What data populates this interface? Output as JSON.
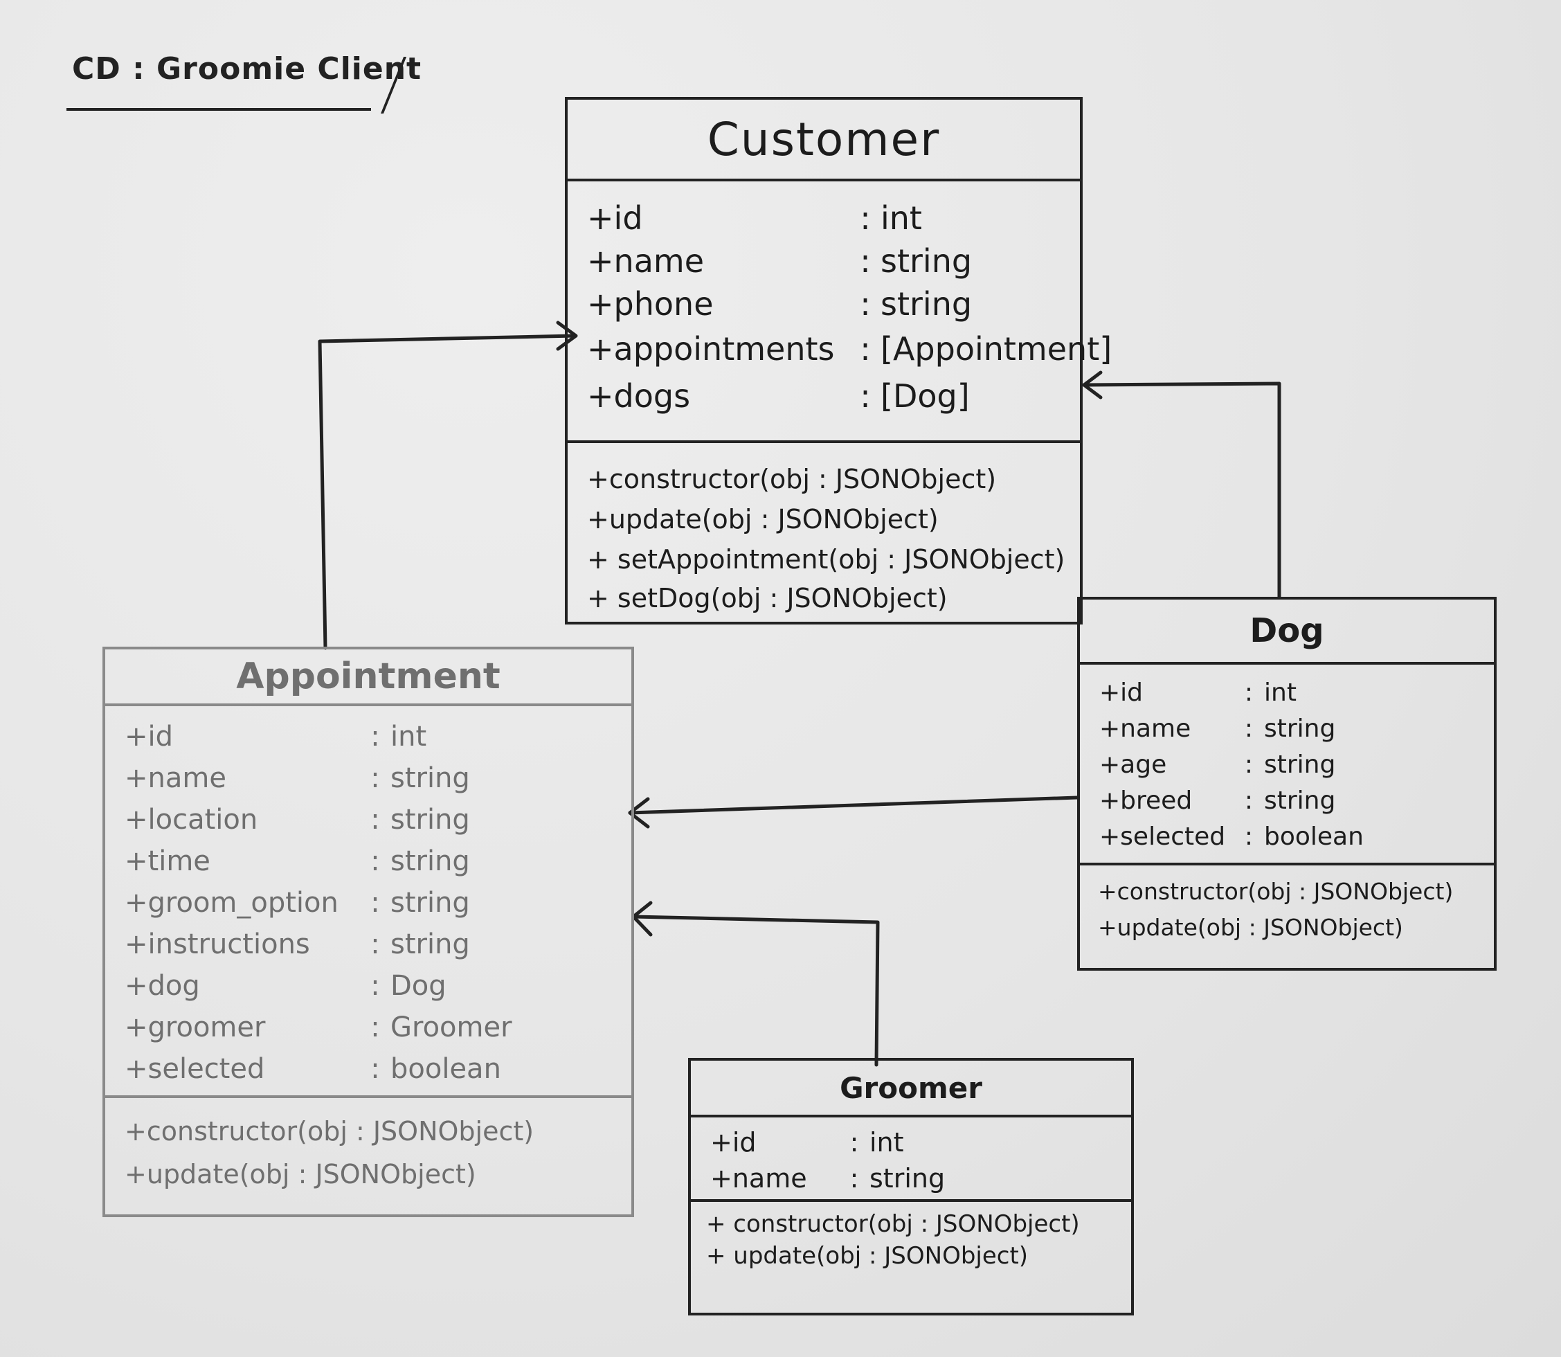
{
  "frame_title": "CD : Groomie Client",
  "classes": {
    "customer": {
      "name": "Customer",
      "attributes": [
        {
          "name": "+id",
          "type": "int"
        },
        {
          "name": "+name",
          "type": "string"
        },
        {
          "name": "+phone",
          "type": "string"
        },
        {
          "name": "+appointments",
          "type": "[Appointment]"
        },
        {
          "name": "+dogs",
          "type": "[Dog]"
        }
      ],
      "operations": [
        "+constructor(obj : JSONObject)",
        "+update(obj : JSONObject)",
        "+ setAppointment(obj : JSONObject)",
        "+ setDog(obj : JSONObject)"
      ]
    },
    "appointment": {
      "name": "Appointment",
      "attributes": [
        {
          "name": "+id",
          "type": "int"
        },
        {
          "name": "+name",
          "type": "string"
        },
        {
          "name": "+location",
          "type": "string"
        },
        {
          "name": "+time",
          "type": "string"
        },
        {
          "name": "+groom_option",
          "type": "string"
        },
        {
          "name": "+instructions",
          "type": "string"
        },
        {
          "name": "+dog",
          "type": "Dog"
        },
        {
          "name": "+groomer",
          "type": "Groomer"
        },
        {
          "name": "+selected",
          "type": "boolean"
        }
      ],
      "operations": [
        "+constructor(obj : JSONObject)",
        "+update(obj : JSONObject)"
      ]
    },
    "dog": {
      "name": "Dog",
      "attributes": [
        {
          "name": "+id",
          "type": "int"
        },
        {
          "name": "+name",
          "type": "string"
        },
        {
          "name": "+age",
          "type": "string"
        },
        {
          "name": "+breed",
          "type": "string"
        },
        {
          "name": "+selected",
          "type": "boolean"
        }
      ],
      "operations": [
        "+constructor(obj : JSONObject)",
        "+update(obj : JSONObject)"
      ]
    },
    "groomer": {
      "name": "Groomer",
      "attributes": [
        {
          "name": "+id",
          "type": "int"
        },
        {
          "name": "+name",
          "type": "string"
        }
      ],
      "operations": [
        "+ constructor(obj : JSONObject)",
        "+ update(obj : JSONObject)"
      ]
    }
  },
  "relations": [
    {
      "from": "appointment",
      "to": "customer"
    },
    {
      "from": "dog",
      "to": "customer"
    },
    {
      "from": "dog",
      "to": "appointment"
    },
    {
      "from": "groomer",
      "to": "appointment"
    }
  ],
  "colors": {
    "ink": "#222222",
    "faded_ink": "#8a8a8a",
    "board": "#e6e6e6"
  }
}
